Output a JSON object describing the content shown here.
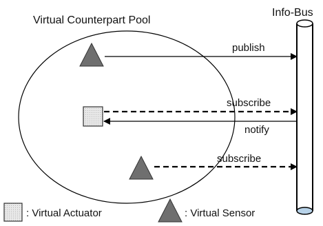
{
  "diagram": {
    "pool_title": "Virtual Counterpart Pool",
    "bus_title": "Info-Bus",
    "arrows": [
      {
        "label": "publish"
      },
      {
        "label": "subscribe"
      },
      {
        "label": "notify"
      },
      {
        "label": "subscribe"
      }
    ],
    "legend": {
      "actuator_label": ": Virtual Actuator",
      "sensor_label": ": Virtual Sensor"
    },
    "colors": {
      "sensor_fill": "#6f6f6f",
      "actuator_fill": "#e0e0e0",
      "bus_end_fill": "#b7d2e8",
      "line": "#000000"
    }
  }
}
